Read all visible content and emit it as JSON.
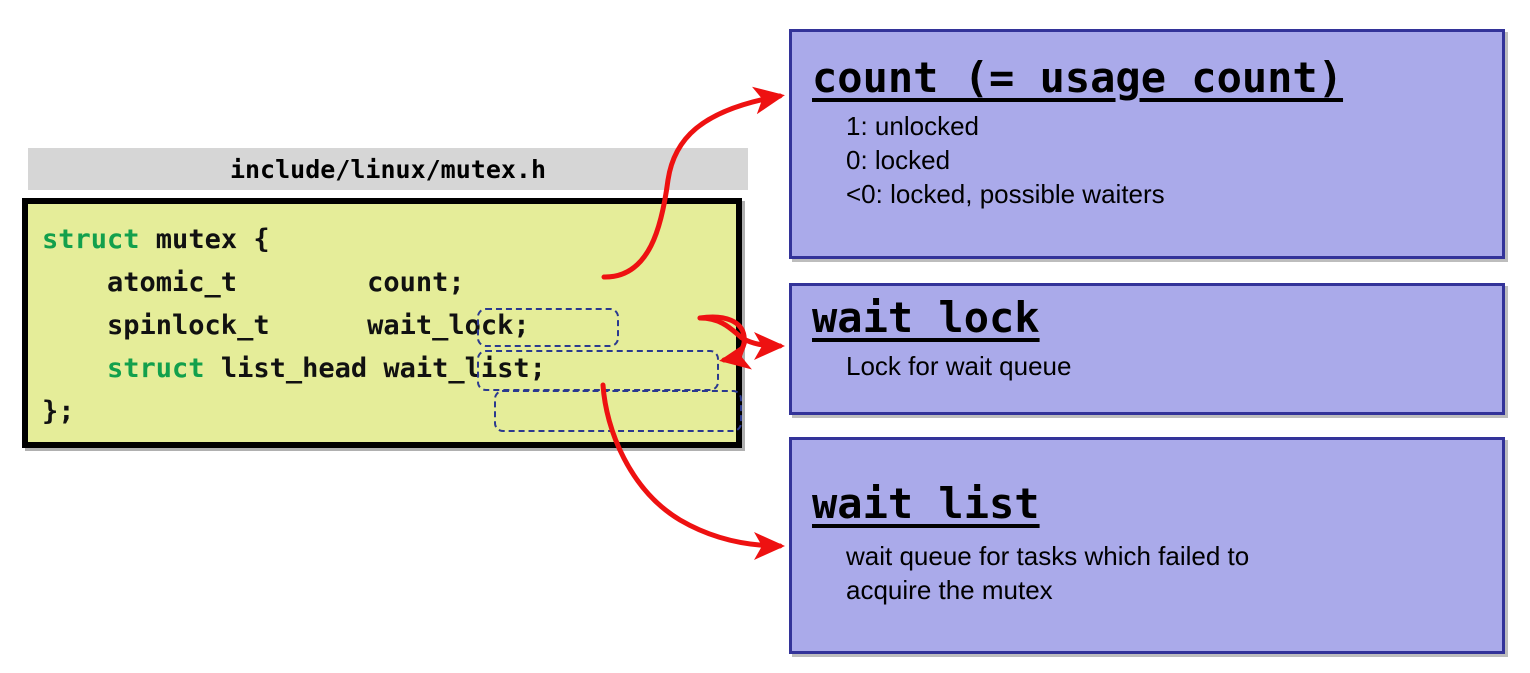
{
  "diagram": {
    "title": "struct mutex field annotations",
    "colors": {
      "panel_header_bg": "#d6d6d6",
      "code_bg": "#e5ed99",
      "code_border": "#000000",
      "keyword_green": "#12a04c",
      "info_box_bg": "#aaaaea",
      "info_box_border": "#333399",
      "arrow_red": "#ee1111",
      "field_highlight": "#2b3a8f"
    }
  },
  "code_panel": {
    "header": "include/linux/mutex.h",
    "code_lines": [
      {
        "tokens": [
          {
            "text": "struct",
            "kind": "keyword"
          },
          {
            "text": " mutex {",
            "kind": "plain"
          }
        ]
      },
      {
        "tokens": [
          {
            "text": "    atomic_t        count;",
            "kind": "plain"
          }
        ]
      },
      {
        "tokens": [
          {
            "text": "    spinlock_t      wait_lock;",
            "kind": "plain"
          }
        ]
      },
      {
        "tokens": [
          {
            "text": "    ",
            "kind": "plain"
          },
          {
            "text": "struct",
            "kind": "keyword"
          },
          {
            "text": " list_head wait_list;",
            "kind": "plain"
          }
        ]
      },
      {
        "tokens": [
          {
            "text": "};",
            "kind": "plain"
          }
        ]
      }
    ],
    "highlighted_fields": [
      "count;",
      "wait_lock;",
      "wait_list;"
    ]
  },
  "info_boxes": [
    {
      "id": "count",
      "title": "count (= usage count)",
      "lines": [
        "1: unlocked",
        "0: locked",
        "<0: locked, possible waiters"
      ]
    },
    {
      "id": "wait_lock",
      "title": "wait_lock",
      "lines": [
        "Lock for wait queue"
      ]
    },
    {
      "id": "wait_list",
      "title": "wait_list",
      "lines": [
        "wait queue for tasks which failed to",
        "acquire the mutex"
      ]
    }
  ],
  "connectors": [
    {
      "from": "count;",
      "to": "count (= usage count)"
    },
    {
      "from": "wait_lock;",
      "to": "wait_lock"
    },
    {
      "from": "wait_lock;",
      "to": "wait_list;"
    },
    {
      "from": "wait_list;",
      "to": "wait_list"
    }
  ]
}
